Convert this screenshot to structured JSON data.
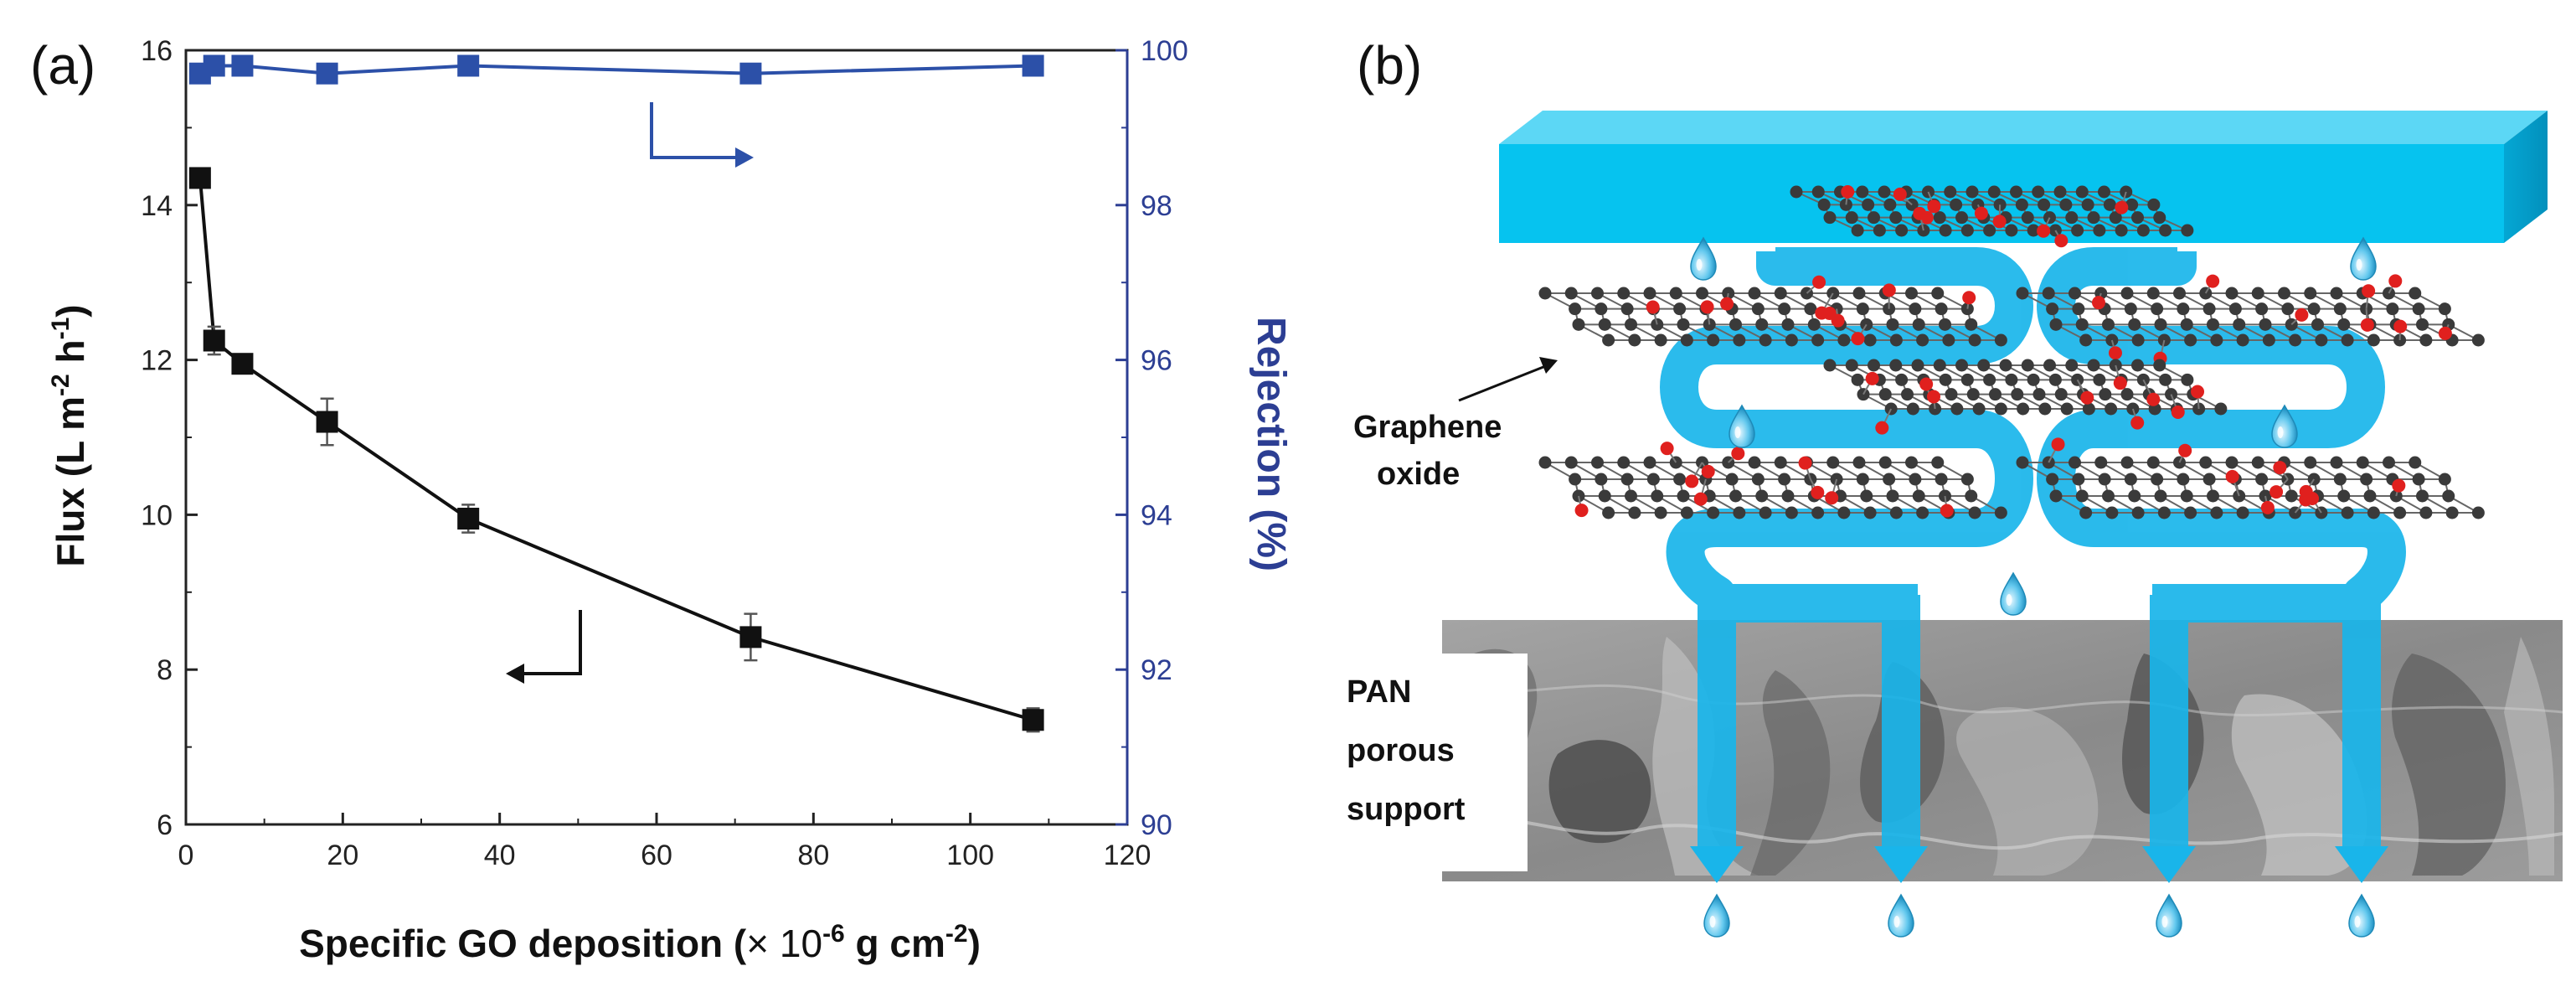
{
  "panel_a": {
    "label": "(a)",
    "xlabel_main": "Specific GO deposition (",
    "xlabel_times": "× 10",
    "xlabel_exp": "-6",
    "xlabel_unit": " g cm",
    "xlabel_unit_exp": "-2",
    "xlabel_close": ")",
    "ylabel_left_main": "Flux (L m",
    "ylabel_left_exp1": "-2",
    "ylabel_left_mid": " h",
    "ylabel_left_exp2": "-1",
    "ylabel_left_close": ")",
    "ylabel_right": "Rejection (%)"
  },
  "panel_b": {
    "label": "(b)",
    "graphene_label_line1": "Graphene",
    "graphene_label_line2": "oxide",
    "support_label_line1": "PAN",
    "support_label_line2": "porous",
    "support_label_line3": "support"
  },
  "colors": {
    "flux_series": "#111111",
    "rejection_series": "#2c50a8",
    "right_axis": "#2c3e93",
    "water_flow": "#19b5ea",
    "feed_block": "#06c3ef",
    "carbon_atom": "#3a3a3a",
    "oxygen_atom": "#e0201e",
    "sem_background": "#8e8e8e"
  },
  "chart_data": {
    "type": "line",
    "x_ticks": [
      0,
      20,
      40,
      60,
      80,
      100,
      120
    ],
    "xlim": [
      0,
      120
    ],
    "y_left_ticks": [
      6,
      8,
      10,
      12,
      14,
      16
    ],
    "ylim_left": [
      6,
      16
    ],
    "y_right_ticks": [
      90,
      92,
      94,
      96,
      98,
      100
    ],
    "ylim_right": [
      90,
      100
    ],
    "grid": false,
    "series": [
      {
        "axis": "left",
        "marker": "square",
        "x": [
          1.8,
          3.6,
          7.2,
          18,
          36,
          72,
          108
        ],
        "y": [
          14.35,
          12.25,
          11.95,
          11.2,
          9.95,
          8.42,
          7.35
        ],
        "y_err": [
          0.12,
          0.18,
          0.08,
          0.3,
          0.18,
          0.3,
          0.15
        ]
      },
      {
        "axis": "right",
        "marker": "square",
        "x": [
          1.8,
          3.6,
          7.2,
          18,
          36,
          72,
          108
        ],
        "y": [
          99.7,
          99.8,
          99.8,
          99.7,
          99.8,
          99.7,
          99.8
        ]
      }
    ]
  }
}
